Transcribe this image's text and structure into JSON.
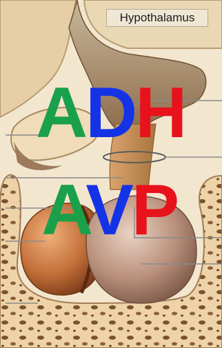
{
  "labels": {
    "region": "Hypothalamus"
  },
  "overlay": {
    "line1": [
      {
        "text": "A",
        "color": "#1aa04a"
      },
      {
        "text": "D",
        "color": "#1533e6"
      },
      {
        "text": "H",
        "color": "#e8121c"
      }
    ],
    "line2": [
      {
        "text": "A",
        "color": "#1aa04a"
      },
      {
        "text": "V",
        "color": "#1533e6"
      },
      {
        "text": "P",
        "color": "#e8121c"
      }
    ]
  },
  "palette": {
    "bone": "#e9cfa6",
    "hypothalamus": "#a98c6a",
    "stalk": "#c6935a",
    "anterior_lobe": "#c6743a",
    "posterior_lobe": "#b58d7a",
    "leader_line": "#8a8a8a"
  }
}
